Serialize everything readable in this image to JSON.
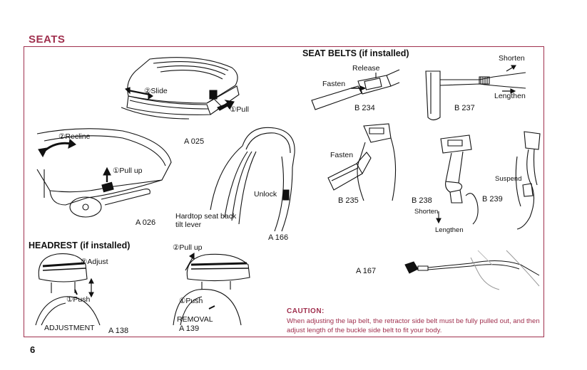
{
  "page": {
    "section_title": "SEATS",
    "page_number": "6"
  },
  "seats": {
    "slide": "②Slide",
    "pull": "①Pull",
    "code_a025": "A 025",
    "recline": "②Recline",
    "pull_up": "①Pull up",
    "code_a026": "A 026",
    "unlock": "Unlock",
    "hardtop_caption": "Hardtop seat back\ntilt lever",
    "code_a166": "A 166"
  },
  "headrest": {
    "title": "HEADREST (if installed)",
    "adjust": "②Adjust",
    "push": "①Push",
    "adjustment": "ADJUSTMENT",
    "code_a138": "A 138",
    "pull_up": "②Pull up",
    "push2": "①Push",
    "removal": "REMOVAL",
    "code_a139": "A 139"
  },
  "seat_belts": {
    "title": "SEAT BELTS (if installed)",
    "release": "Release",
    "fasten": "Fasten",
    "code_b234": "B 234",
    "shorten": "Shorten",
    "lengthen": "Lengthen",
    "code_b237": "B 237",
    "fasten2": "Fasten",
    "code_b235": "B 235",
    "code_b238": "B 238",
    "shorten2": "Shorten",
    "lengthen2": "Lengthen",
    "suspend": "Suspend",
    "code_b239": "B 239",
    "code_a167": "A 167"
  },
  "caution": {
    "heading": "CAUTION:",
    "text": "When adjusting the lap belt, the retractor side belt must be fully pulled out, and then adjust length of the buckle side belt to fit your body."
  },
  "colors": {
    "accent": "#a0304e",
    "ink": "#111111"
  }
}
